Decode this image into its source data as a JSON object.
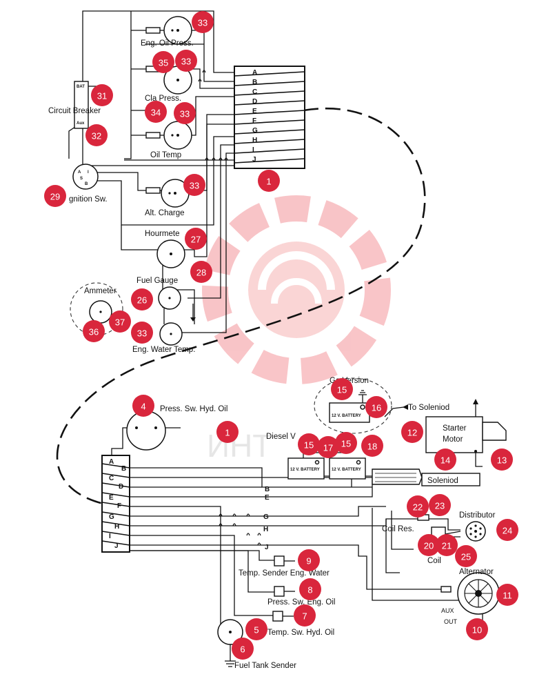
{
  "top_panel": {
    "terminals": [
      "A",
      "B",
      "C",
      "D",
      "E",
      "F",
      "G",
      "H",
      "I",
      "J"
    ]
  },
  "bottom_panel": {
    "left_terminals": [
      "A",
      "C",
      "E",
      "G",
      "I"
    ],
    "right_terminals": [
      "B",
      "D",
      "F",
      "H",
      "J"
    ],
    "branch_terminals": [
      "B",
      "E",
      "G",
      "H",
      "J"
    ]
  },
  "labels": {
    "eng_oil_press": "Eng. Oil Press.",
    "cla_press": "Cla Press.",
    "circuit_breaker": "Circuit Breaker",
    "cb_bat": "BAT",
    "cb_aux": "Aux",
    "oil_temp": "Oil Temp",
    "ignition_sw": "gnition Sw.",
    "ign_a": "A",
    "ign_i": "I",
    "ign_s": "S",
    "ign_b": "B",
    "alt_charge": "Alt. Charge",
    "hourmeter": "Hourmete",
    "fuel_gauge": "Fuel Gauge",
    "ammeter": "Ammeter",
    "eng_water_temp": "Eng. Water Temp.",
    "gas_version": "Ga Version",
    "to_soleniod": "To Soleniod",
    "starter_motor_1": "Starter",
    "starter_motor_2": "Motor",
    "press_sw_hyd_oil": "Press. Sw. Hyd. Oil",
    "diesel_version": "Diesel V",
    "battery": "12 V. BATTERY",
    "soleniod": "Soleniod",
    "coil_res": "Coil Res.",
    "distributor": "Distributor",
    "coil": "Coil",
    "alternator": "Alternator",
    "aux": "AUX",
    "out": "OUT",
    "temp_sender_eng_water": "Temp. Sender Eng. Water",
    "press_sw_eng_oil": "Press. Sw. Eng. Oil",
    "temp_sw_hyd_oil": "Temp. Sw. Hyd. Oil",
    "fuel_tank_sender": "Fuel Tank Sender",
    "watermark": "ИНТ"
  },
  "callouts": [
    {
      "n": "33"
    },
    {
      "n": "35"
    },
    {
      "n": "33"
    },
    {
      "n": "31"
    },
    {
      "n": "34"
    },
    {
      "n": "33"
    },
    {
      "n": "32"
    },
    {
      "n": "1"
    },
    {
      "n": "29"
    },
    {
      "n": "33"
    },
    {
      "n": "27"
    },
    {
      "n": "28"
    },
    {
      "n": "26"
    },
    {
      "n": "37"
    },
    {
      "n": "36"
    },
    {
      "n": "33"
    },
    {
      "n": "15"
    },
    {
      "n": "16"
    },
    {
      "n": "4"
    },
    {
      "n": "12"
    },
    {
      "n": "1"
    },
    {
      "n": "15"
    },
    {
      "n": "17"
    },
    {
      "n": "15"
    },
    {
      "n": "18"
    },
    {
      "n": "14"
    },
    {
      "n": "13"
    },
    {
      "n": "22"
    },
    {
      "n": "23"
    },
    {
      "n": "24"
    },
    {
      "n": "20"
    },
    {
      "n": "21"
    },
    {
      "n": "25"
    },
    {
      "n": "9"
    },
    {
      "n": "11"
    },
    {
      "n": "8"
    },
    {
      "n": "10"
    },
    {
      "n": "7"
    },
    {
      "n": "5"
    },
    {
      "n": "6"
    }
  ]
}
